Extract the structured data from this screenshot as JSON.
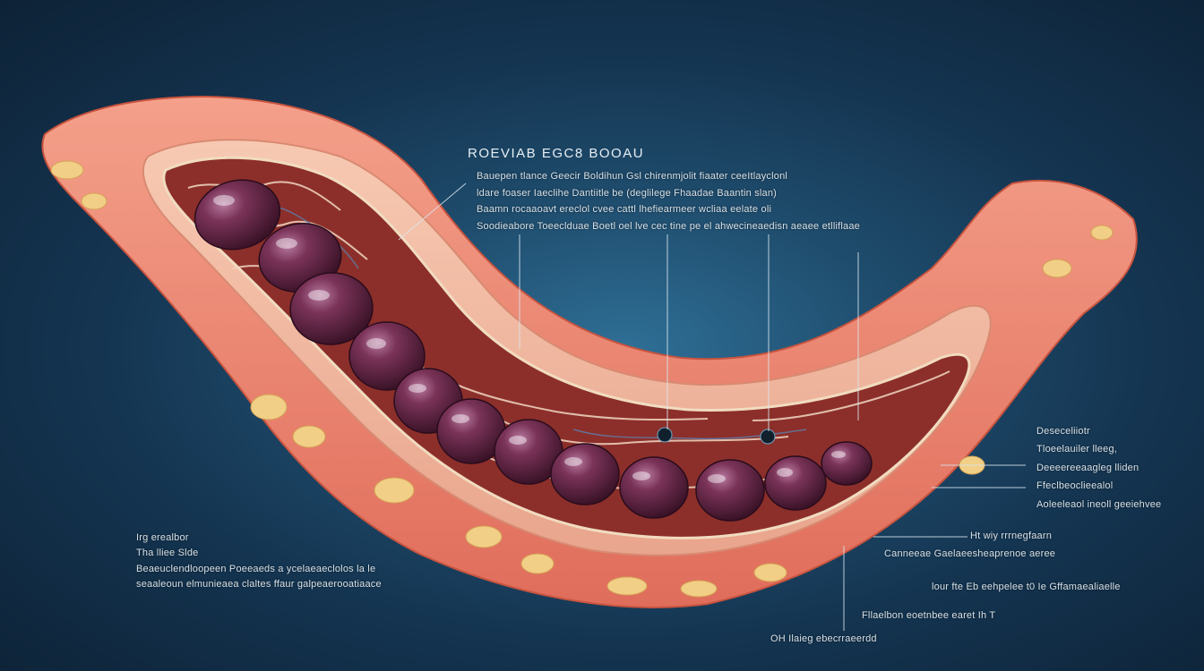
{
  "diagram": {
    "title": "ROEVIAB EGC8 BOOAU",
    "top_lines": [
      "Bauepen tlance Geecir Boldihun Gsl chirenmjolit fiaater ceeItlayclonl",
      "ldare foaser Iaeclihe Dantiitle be (deglilege Fhaadae Baantin slan)",
      "Baamn rocaaoavt ereclol cvee         cattl lhefiearmeer wcliaa eelate oli",
      "Soodieabore Toeeclduae Boetl oel   lve cec tine pe el ahwecineaedisn aeaee etlliflaae"
    ],
    "left_lines": [
      "Irg erealbor",
      "Tha lliee Slde",
      "Beaeuclendloopeen Poeeaeds a ycelaeaeclolos la le",
      "seaaleoun elmunieaea claltes ffaur galpeaerooatiaace"
    ],
    "right_upper_lines": [
      "Deseceliiotr",
      "Tloeelauiler lleeg,",
      "Deeeereeaagleg lliden",
      "Ffeclbeoclieealol",
      "Aoleeleaol ineoll geeiehvee"
    ],
    "right_lower_lines": [
      "Ht wiy rrrnegfaarn",
      "Canneeae Gaelaeesheaprenoe aeree",
      "lour fte Eb eehpelee t0 Ie Gffamaealiaelle",
      "Fllaelbon eoetnbee earet Ih T"
    ],
    "bottom_label": "OH Ilaieg ebecrraeerdd",
    "colors": {
      "background": "#143450",
      "tissue": "#e8826f",
      "lumen": "#f1dcc0",
      "organ": "#6b2e4c",
      "fat": "#f2cf86"
    }
  }
}
